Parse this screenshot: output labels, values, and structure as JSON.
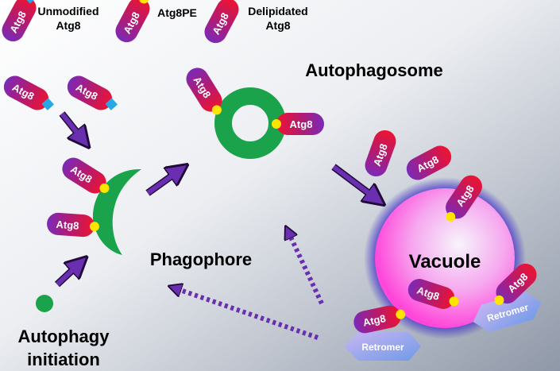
{
  "labels": {
    "unmodified_line1": "Unmodified",
    "unmodified_line2": "Atg8",
    "atg8pe": "Atg8PE",
    "delipidated_line1": "Delipidated",
    "delipidated_line2": "Atg8",
    "autophagosome": "Autophagosome",
    "phagophore": "Phagophore",
    "vacuole": "Vacuole",
    "initiation_line1": "Autophagy",
    "initiation_line2": "initiation"
  },
  "protein_label": "Atg8",
  "retromer_label": "Retromer",
  "colors": {
    "background_light": "#ffffff",
    "background_dark": "#8f98a8",
    "membrane_green": "#1aa34a",
    "vacuole_pink": "#ff5ee0",
    "vacuole_glow": "#3b2cc8",
    "arrow_purple": "#6a2fb0",
    "lipid_yellow": "#ffe400",
    "modifier_cyan": "#29a6e6",
    "atg8_red": "#d8143a",
    "atg8_purple": "#7a2ab8",
    "retromer_blue": "#8aa8ec"
  }
}
